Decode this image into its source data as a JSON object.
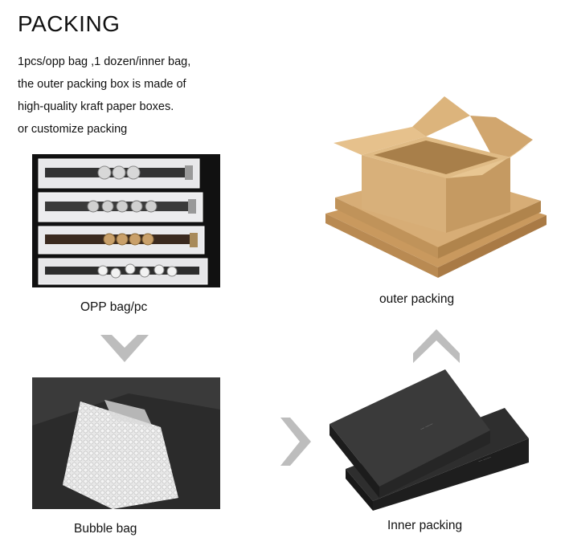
{
  "title": "PACKING",
  "description": [
    "1pcs/opp bag ,1 dozen/inner bag,",
    "the outer packing box is made of",
    "high-quality kraft paper boxes.",
    "or customize packing"
  ],
  "captions": {
    "opp": "OPP bag/pc",
    "outer": "outer packing",
    "bubble": "Bubble bag",
    "inner": "Inner packing"
  },
  "colors": {
    "arrow": "#bdbdbd",
    "kraft": "#d7b07a",
    "black_box": "#2a2a2a"
  },
  "icons": {
    "down": "chevron-down-icon",
    "up": "chevron-up-icon",
    "right": "chevron-right-icon"
  }
}
